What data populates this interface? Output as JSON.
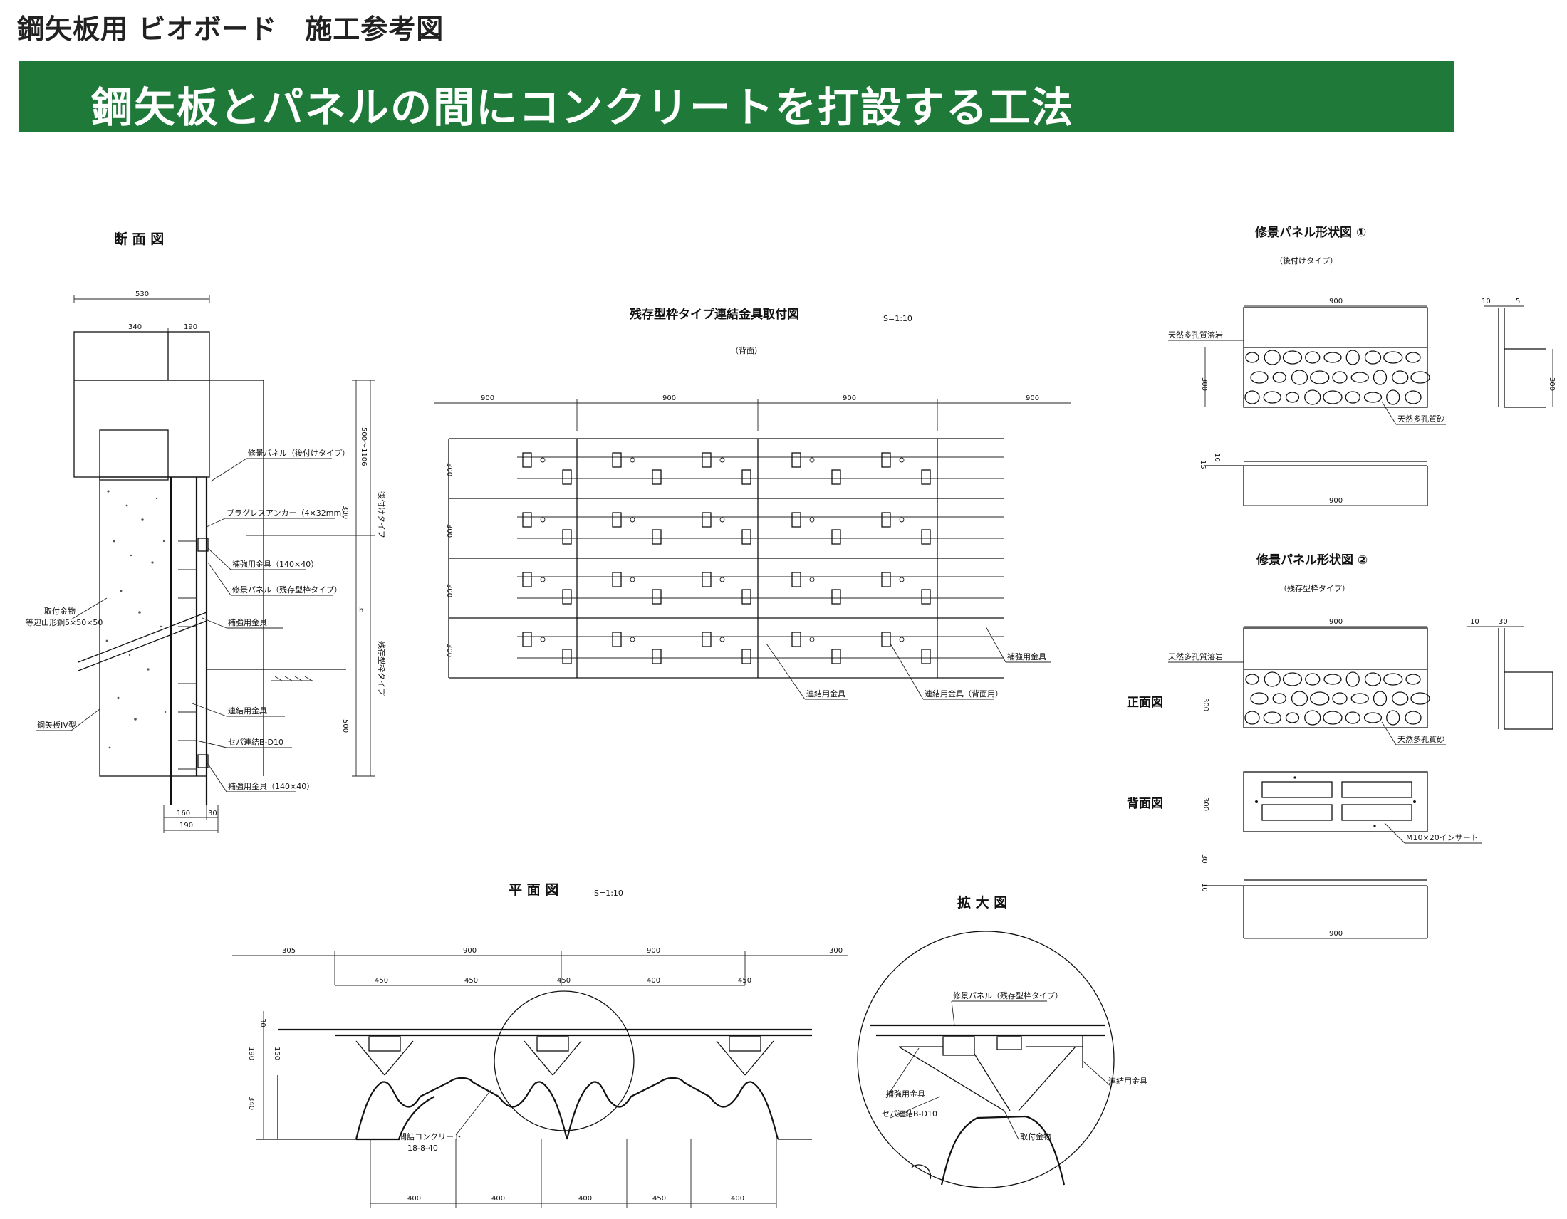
{
  "page": {
    "title": "鋼矢板用 ビオボード　施工参考図",
    "banner": "鋼矢板とパネルの間にコンクリートを打設する工法"
  },
  "section": {
    "title": "断 面 図",
    "labels": {
      "panel_after": "修景パネル（後付けタイプ）",
      "anchor": "プラグレスアンカー（4×32mm）",
      "bracket": "補強用金具（140×40）",
      "panel_form": "修景パネル（残存型枠タイプ）",
      "fixture1": "補強用金具",
      "attach": "取付金物",
      "angle": "等辺山形鋼5×50×50",
      "fixture2": "連結用金具",
      "separator": "セパ連結B-D10",
      "fixture3": "補強用金具（140×40）",
      "sheet_pile": "鋼矢板IV型",
      "type_after": "後付けタイプ",
      "type_form": "残存型枠タイプ"
    },
    "dims": {
      "top": "530",
      "top_left": "340",
      "top_right": "190",
      "height_range": "500～1106",
      "h300": "300",
      "h500": "500",
      "h": "h",
      "bottom_left": "160",
      "bottom_right": "30",
      "bottom_total": "190"
    }
  },
  "front": {
    "title": "残存型枠タイプ連結金具取付図",
    "scale": "S=1:10",
    "subtitle": "（背面）",
    "dims": [
      "900",
      "900",
      "900",
      "900"
    ],
    "row_dims": [
      "300",
      "300",
      "300",
      "300"
    ],
    "labels": {
      "fixture_a": "補強用金具",
      "fixture_b": "連結用金具",
      "fixture_c": "連結用金具（背面用）"
    }
  },
  "panel1": {
    "title": "修景パネル形状図 ①",
    "subtitle": "（後付けタイプ）",
    "dims": {
      "width": "900",
      "width2": "900",
      "height": "300",
      "height2": "300",
      "t1": "10",
      "t2": "5",
      "s1": "10",
      "s2": "15"
    },
    "labels": {
      "stone_top": "天然多孔質溶岩",
      "stone_bottom": "天然多孔質砂"
    }
  },
  "panel2": {
    "title": "修景パネル形状図 ②",
    "subtitle": "（残存型枠タイプ）",
    "front_label": "正面図",
    "back_label": "背面図",
    "dims": {
      "width": "900",
      "width2": "900",
      "height": "300",
      "height_back": "300",
      "t1": "10",
      "t2": "30",
      "s1": "30",
      "s2": "10"
    },
    "labels": {
      "stone_top": "天然多孔質溶岩",
      "stone_bottom": "天然多孔質砂",
      "insert": "M10×20インサート"
    }
  },
  "plan": {
    "title": "平 面 図",
    "scale": "S=1:10",
    "top_dims": [
      "305",
      "900",
      "900",
      "300"
    ],
    "sub_dims": [
      "450",
      "450",
      "450",
      "400",
      "450"
    ],
    "side_dims": [
      "30",
      "150",
      "190",
      "340"
    ],
    "bottom_dims": [
      "400",
      "400",
      "400",
      "450",
      "400"
    ],
    "label_concrete": "間詰コンクリート",
    "label_grade": "18-8-40"
  },
  "detail": {
    "title": "拡 大 図",
    "labels": {
      "panel_form": "修景パネル（残存型枠タイプ）",
      "fixture": "補強用金具",
      "connector": "連結用金具",
      "separator": "セパ連結B-D10",
      "attach": "取付金物"
    }
  }
}
